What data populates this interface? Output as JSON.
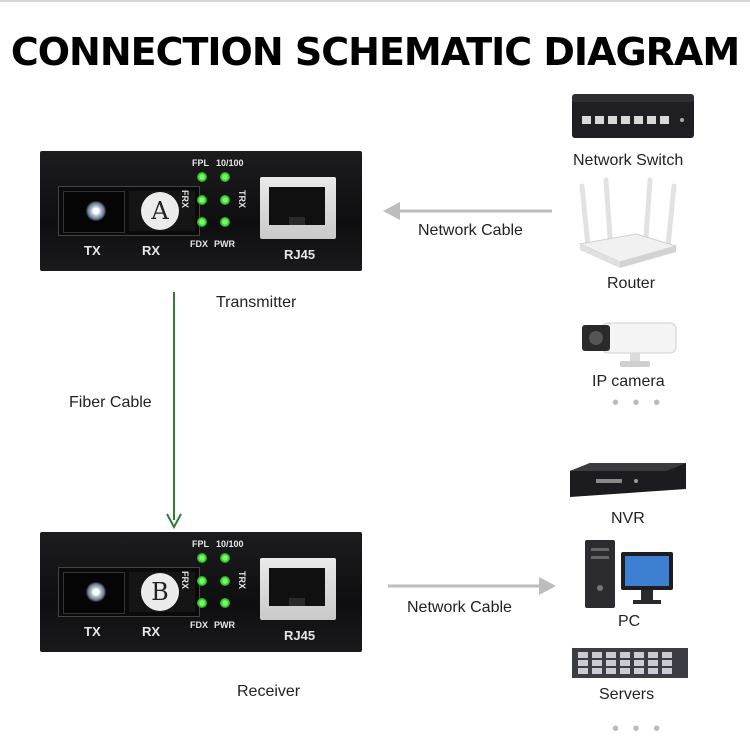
{
  "title": "CONNECTION SCHEMATIC DIAGRAM",
  "transmitter": {
    "letter": "A",
    "tx": "TX",
    "rx": "RX",
    "rj45": "RJ45",
    "led_labels": {
      "fpl": "FPL",
      "speed": "10/100",
      "frx": "FRX",
      "trx": "TRX",
      "fdx": "FDX",
      "pwr": "PWR"
    },
    "caption": "Transmitter"
  },
  "receiver": {
    "letter": "B",
    "tx": "TX",
    "rx": "RX",
    "rj45": "RJ45",
    "led_labels": {
      "fpl": "FPL",
      "speed": "10/100",
      "frx": "FRX",
      "trx": "TRX",
      "fdx": "FDX",
      "pwr": "PWR"
    },
    "caption": "Receiver"
  },
  "connections": {
    "fiber": "Fiber Cable",
    "network_top": "Network Cable",
    "network_bottom": "Network Cable"
  },
  "colors": {
    "fiber_arrow": "#2e7d32",
    "network_arrow": "#bdbdbd"
  },
  "sources": [
    {
      "label": "Network Switch",
      "icon": "network-switch-icon"
    },
    {
      "label": "Router",
      "icon": "router-icon"
    },
    {
      "label": "IP camera",
      "icon": "ip-camera-icon"
    }
  ],
  "sources_more": "• • •",
  "destinations": [
    {
      "label": "NVR",
      "icon": "nvr-icon"
    },
    {
      "label": "PC",
      "icon": "pc-icon"
    },
    {
      "label": "Servers",
      "icon": "servers-icon"
    }
  ],
  "destinations_more": "• • •"
}
